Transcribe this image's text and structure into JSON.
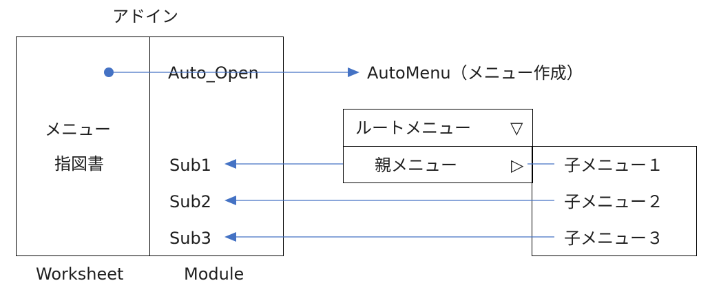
{
  "addin": {
    "title": "アドイン",
    "worksheet": {
      "text_line1": "メニュー",
      "text_line2": "指図書",
      "caption": "Worksheet"
    },
    "module": {
      "auto_open": "Auto_Open",
      "subs": [
        "Sub1",
        "Sub2",
        "Sub3"
      ],
      "caption": "Module"
    }
  },
  "automenu_label": "AutoMenu（メニュー作成）",
  "menu": {
    "root_label": "ルートメニュー",
    "root_symbol": "▽",
    "parent_label": "親メニュー",
    "parent_symbol": "▷",
    "children": [
      "子メニュー１",
      "子メニュー２",
      "子メニュー３"
    ]
  },
  "colors": {
    "arrow": "#4472c4",
    "border": "#000000",
    "text": "#1f1f1f"
  }
}
